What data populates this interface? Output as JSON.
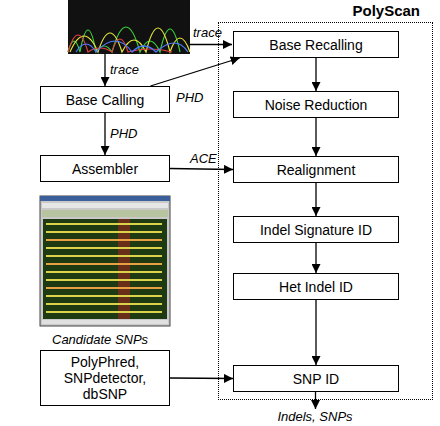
{
  "diagram": {
    "nodes": [
      {
        "text": [
          "Base Calling"
        ]
      },
      {
        "text": [
          "Assembler"
        ]
      },
      {
        "text": [
          "PolyPhred, SNPdetector, dbSNP"
        ]
      },
      {
        "text": [
          "PolyScan"
        ]
      },
      {
        "text": [
          "Base Recalling"
        ],
        "in": 3
      },
      {
        "text": [
          "Noise Reduction"
        ],
        "in": 3
      },
      {
        "text": [
          "Realignment"
        ],
        "in": 3
      },
      {
        "text": [
          "Indel Signature ID"
        ],
        "in": 3
      },
      {
        "text": [
          "Het Indel ID"
        ],
        "in": 3
      },
      {
        "text": [
          "SNP ID"
        ],
        "in": 3
      }
    ],
    "edges": [
      {
        "from": 0,
        "to": 4,
        "label": "PHD",
        "arrow": "to"
      },
      {
        "from": 0,
        "to": 1,
        "label": "PHD",
        "arrow": "to"
      },
      {
        "from": 1,
        "to": 6,
        "label": "ACE",
        "arrow": "to"
      },
      {
        "from": 4,
        "to": 5,
        "arrow": "to"
      },
      {
        "from": 5,
        "to": 6,
        "arrow": "to"
      },
      {
        "from": 6,
        "to": 7,
        "arrow": "to"
      },
      {
        "from": 7,
        "to": 8,
        "arrow": "to"
      },
      {
        "from": 8,
        "to": 9,
        "arrow": "to"
      },
      {
        "from": 2,
        "to": 9,
        "arrow": "to"
      }
    ],
    "labels": [
      "trace",
      "trace",
      "Candidate SNPs",
      "Indels, SNPs"
    ]
  }
}
